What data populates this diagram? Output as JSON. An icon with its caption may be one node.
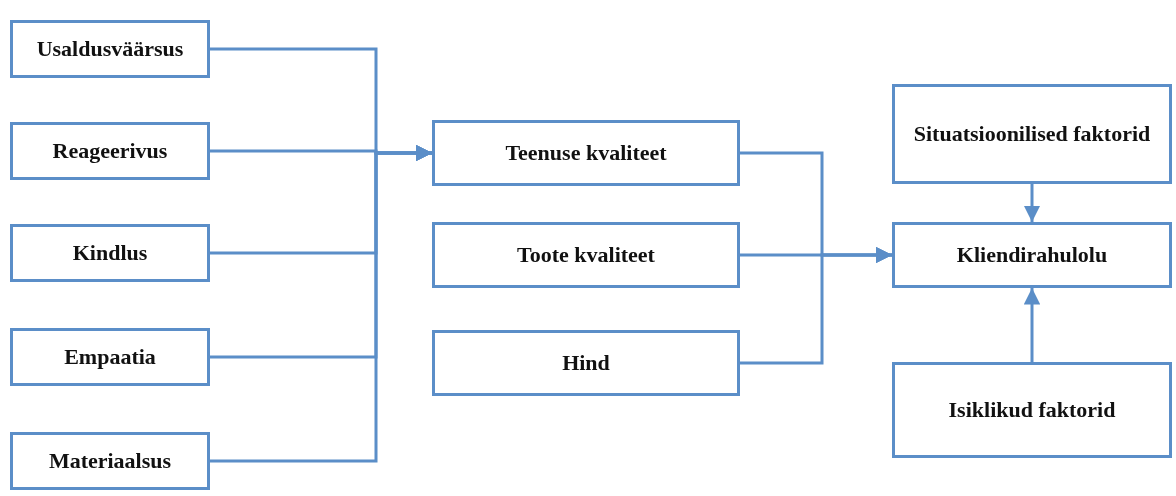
{
  "diagram": {
    "nodes": [
      {
        "text": [
          "Usaldusväärsus"
        ]
      },
      {
        "text": [
          "Reageerivus"
        ]
      },
      {
        "text": [
          "Kindlus"
        ]
      },
      {
        "text": [
          "Empaatia"
        ]
      },
      {
        "text": [
          "Materiaalsus"
        ]
      },
      {
        "text": [
          "Teenuse kvaliteet"
        ]
      },
      {
        "text": [
          "Toote kvaliteet"
        ]
      },
      {
        "text": [
          "Hind"
        ]
      },
      {
        "text": [
          "Situatsioonilised faktorid"
        ]
      },
      {
        "text": [
          "Kliendirahulolu"
        ]
      },
      {
        "text": [
          "Isiklikud faktorid"
        ]
      }
    ],
    "edges": [
      {
        "from": 0,
        "to": 5,
        "arrow": "to"
      },
      {
        "from": 1,
        "to": 5,
        "arrow": "to"
      },
      {
        "from": 2,
        "to": 5,
        "arrow": "to"
      },
      {
        "from": 3,
        "to": 5,
        "arrow": "to"
      },
      {
        "from": 4,
        "to": 5,
        "arrow": "to"
      },
      {
        "from": 5,
        "to": 9,
        "arrow": "to"
      },
      {
        "from": 6,
        "to": 9,
        "arrow": "to"
      },
      {
        "from": 7,
        "to": 9,
        "arrow": "to"
      },
      {
        "from": 8,
        "to": 9,
        "arrow": "to"
      },
      {
        "from": 10,
        "to": 9,
        "arrow": "to"
      }
    ]
  }
}
